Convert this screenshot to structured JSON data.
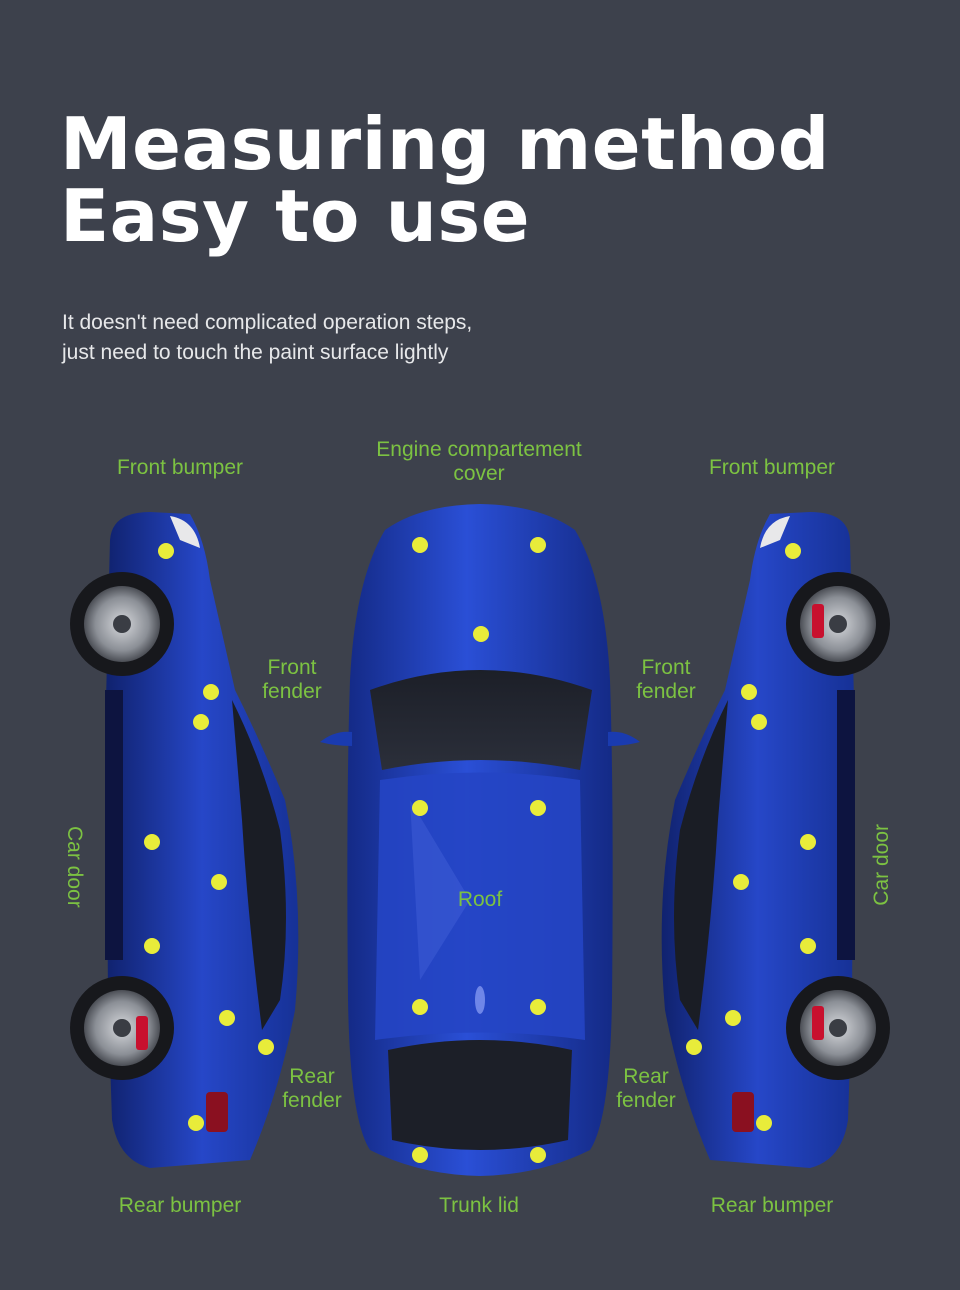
{
  "headline": {
    "line1": "Measuring method",
    "line2": "Easy to use"
  },
  "subtext": {
    "line1": "It doesn't need complicated operation steps,",
    "line2": "just need to touch the paint surface lightly"
  },
  "labels": {
    "front_bumper_left": "Front bumper",
    "engine_cover_line1": "Engine compartement",
    "engine_cover_line2": "cover",
    "front_bumper_right": "Front bumper",
    "front_fender_left_line1": "Front",
    "front_fender_left_line2": "fender",
    "front_fender_right_line1": "Front",
    "front_fender_right_line2": "fender",
    "car_door_left": "Car door",
    "car_door_right": "Car door",
    "roof": "Roof",
    "rear_fender_left_line1": "Rear",
    "rear_fender_left_line2": "fender",
    "rear_fender_right_line1": "Rear",
    "rear_fender_right_line2": "fender",
    "rear_bumper_left": "Rear bumper",
    "trunk_lid": "Trunk lid",
    "rear_bumper_right": "Rear bumper"
  },
  "colors": {
    "background": "#3d414c",
    "label_green": "#7cc242",
    "point_yellow": "#e8ec3a",
    "car_blue": "#1f3fb5"
  }
}
